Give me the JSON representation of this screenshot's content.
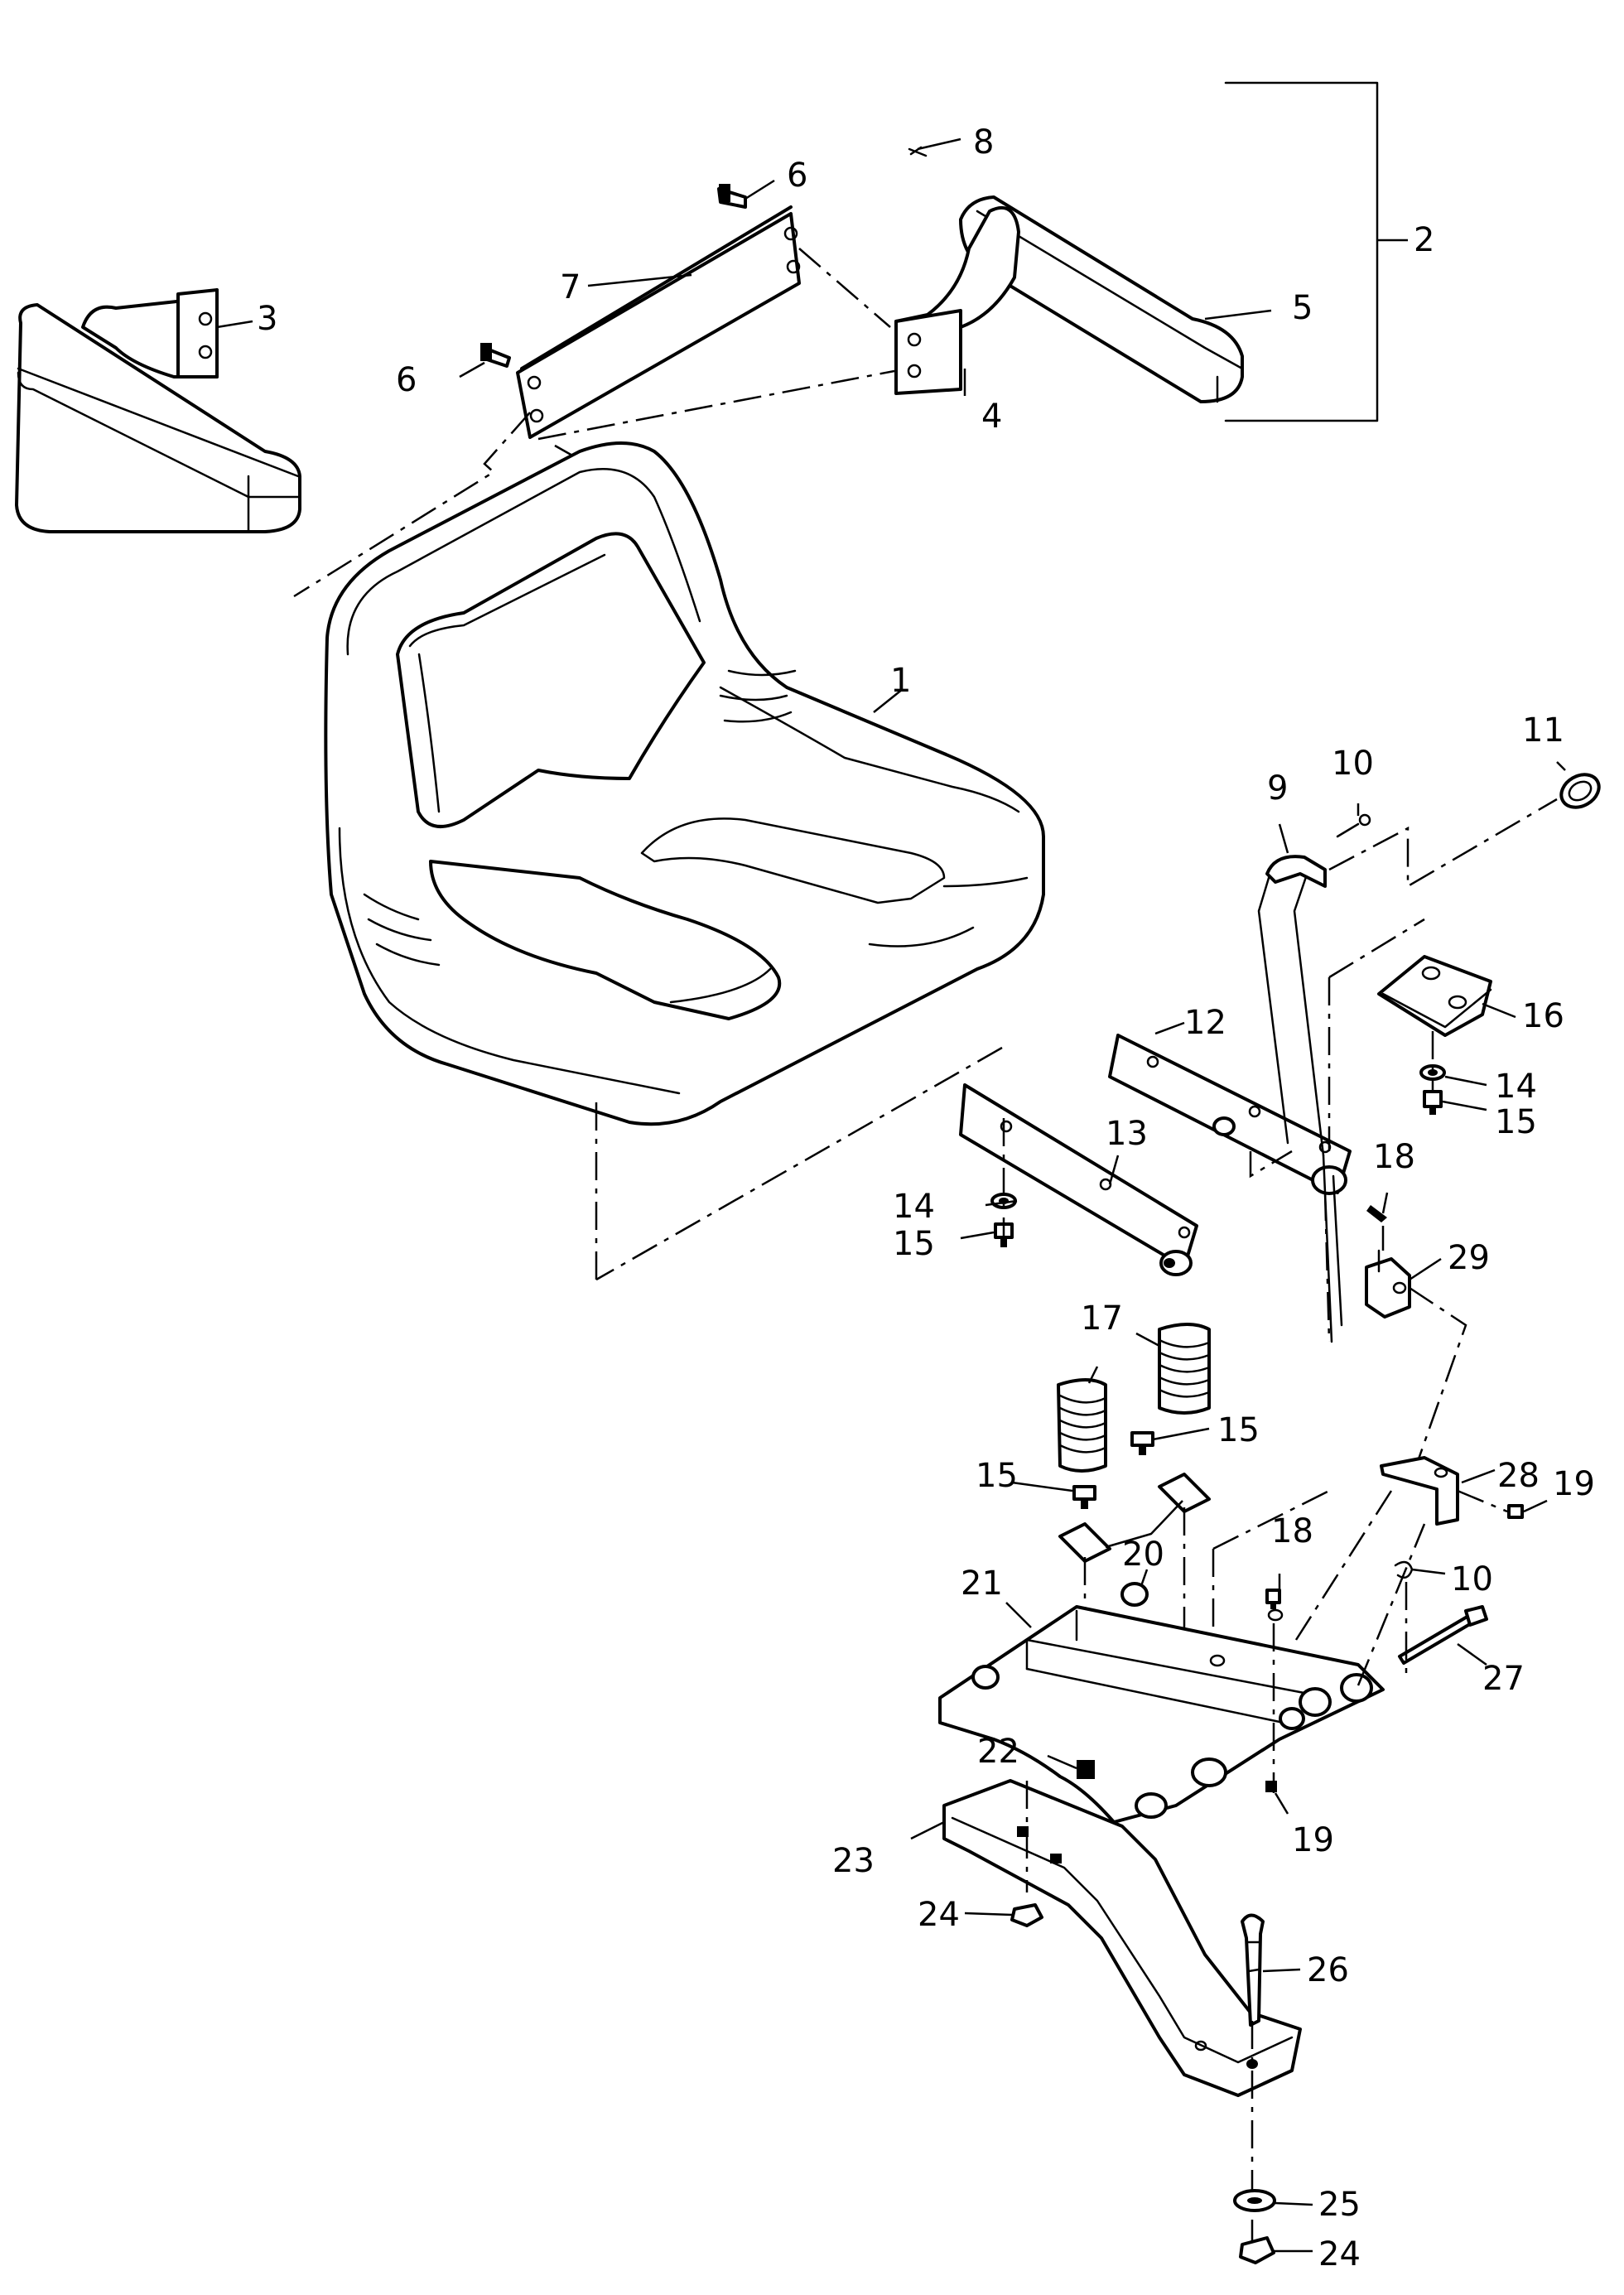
{
  "diagram": {
    "callouts": [
      {
        "id": "c1",
        "text": "1"
      },
      {
        "id": "c2",
        "text": "2"
      },
      {
        "id": "c3",
        "text": "3"
      },
      {
        "id": "c4",
        "text": "4"
      },
      {
        "id": "c5",
        "text": "5"
      },
      {
        "id": "c6a",
        "text": "6"
      },
      {
        "id": "c6b",
        "text": "6"
      },
      {
        "id": "c7",
        "text": "7"
      },
      {
        "id": "c8",
        "text": "8"
      },
      {
        "id": "c9",
        "text": "9"
      },
      {
        "id": "c10a",
        "text": "10"
      },
      {
        "id": "c10b",
        "text": "10"
      },
      {
        "id": "c11",
        "text": "11"
      },
      {
        "id": "c12",
        "text": "12"
      },
      {
        "id": "c13",
        "text": "13"
      },
      {
        "id": "c14a",
        "text": "14"
      },
      {
        "id": "c14b",
        "text": "14"
      },
      {
        "id": "c15a",
        "text": "15"
      },
      {
        "id": "c15b",
        "text": "15"
      },
      {
        "id": "c15c",
        "text": "15"
      },
      {
        "id": "c15d",
        "text": "15"
      },
      {
        "id": "c16",
        "text": "16"
      },
      {
        "id": "c17",
        "text": "17"
      },
      {
        "id": "c18a",
        "text": "18"
      },
      {
        "id": "c18b",
        "text": "18"
      },
      {
        "id": "c19a",
        "text": "19"
      },
      {
        "id": "c19b",
        "text": "19"
      },
      {
        "id": "c20",
        "text": "20"
      },
      {
        "id": "c21",
        "text": "21"
      },
      {
        "id": "c22",
        "text": "22"
      },
      {
        "id": "c23",
        "text": "23"
      },
      {
        "id": "c24a",
        "text": "24"
      },
      {
        "id": "c24b",
        "text": "24"
      },
      {
        "id": "c25",
        "text": "25"
      },
      {
        "id": "c26",
        "text": "26"
      },
      {
        "id": "c27",
        "text": "27"
      },
      {
        "id": "c28",
        "text": "28"
      },
      {
        "id": "c29",
        "text": "29"
      }
    ]
  }
}
